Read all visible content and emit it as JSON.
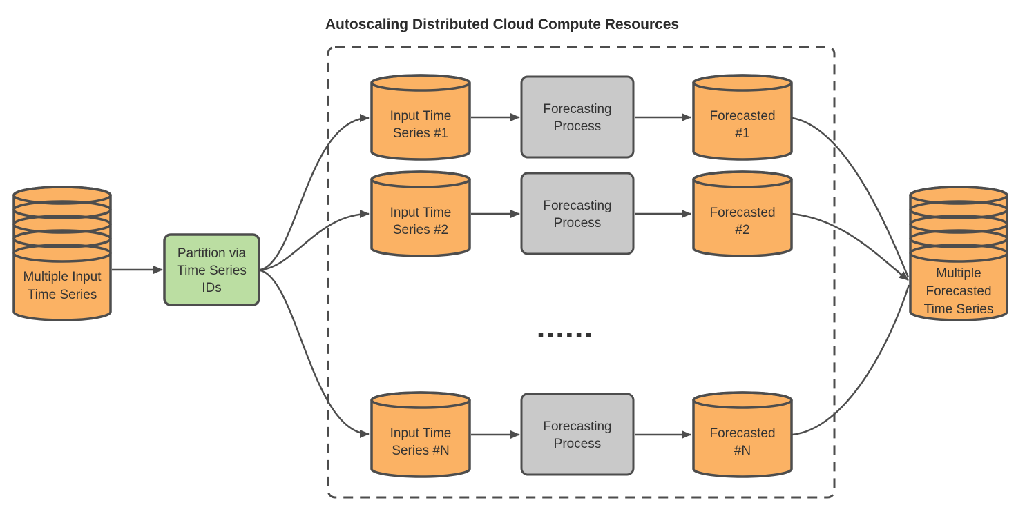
{
  "title": "Autoscaling Distributed Cloud Compute Resources",
  "colors": {
    "orange": "#FBB264",
    "green": "#BBDEA2",
    "gray": "#C9C9C9",
    "stroke": "#4D4D4D",
    "text": "#333333",
    "bg": "#FFFFFF"
  },
  "nodes": {
    "input_stack": {
      "label": "Multiple Input\nTime Series"
    },
    "partition": {
      "label": "Partition via\nTime Series\nIDs"
    },
    "output_stack": {
      "label": "Multiple\nForecasted\nTime Series"
    },
    "dots": "......"
  },
  "rows": [
    {
      "input": "Input Time\nSeries #1",
      "process": "Forecasting\nProcess",
      "output": "Forecasted\n#1"
    },
    {
      "input": "Input Time\nSeries #2",
      "process": "Forecasting\nProcess",
      "output": "Forecasted\n#2"
    },
    {
      "input": "Input Time\nSeries #N",
      "process": "Forecasting\nProcess",
      "output": "Forecasted\n#N"
    }
  ]
}
